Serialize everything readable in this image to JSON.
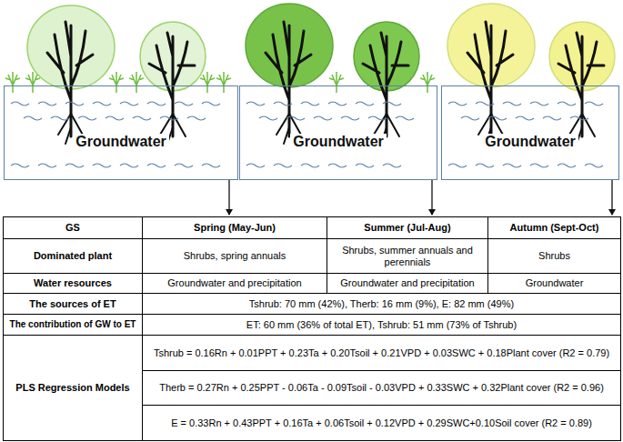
{
  "diagram": {
    "nodes": [
      {
        "text": [
          "Groundwater"
        ]
      },
      {
        "text": [
          "Groundwater"
        ]
      },
      {
        "text": [
          "Groundwater"
        ]
      }
    ],
    "labels": [
      "GS",
      "Spring (May-Jun)",
      "Summer (Jul-Aug)",
      "Autumn (Sept-Oct)",
      "Dominated plant",
      "Shrubs, spring annuals",
      "Shrubs, summer annuals and perennials",
      "Shrubs",
      "Water resources",
      "Groundwater and precipitation",
      "Groundwater and precipitation",
      "Groundwater",
      "The sources of ET",
      "Tshrub: 70 mm  (42%), Therb: 16 mm  (9%), E: 82 mm (49%)",
      "The contribution of GW to ET",
      "ET: 60 mm  (36% of total ET), Tshrub: 51 mm  (73% of Tshrub)",
      "PLS Regression Models",
      "Tshrub = 0.16Rn + 0.01PPT + 0.23Ta + 0.20Tsoil + 0.21VPD + 0.03SWC + 0.18Plant cover  (R2 = 0.79)",
      "Therb = 0.27Rn + 0.25PPT - 0.06Ta - 0.09Tsoil - 0.03VPD + 0.33SWC + 0.32Plant cover  (R2 = 0.96)",
      "E = 0.33Rn + 0.43PPT + 0.16Ta + 0.06Tsoil + 0.12VPD + 0.29SWC+0.10Soil cover  (R2 = 0.89)"
    ]
  }
}
